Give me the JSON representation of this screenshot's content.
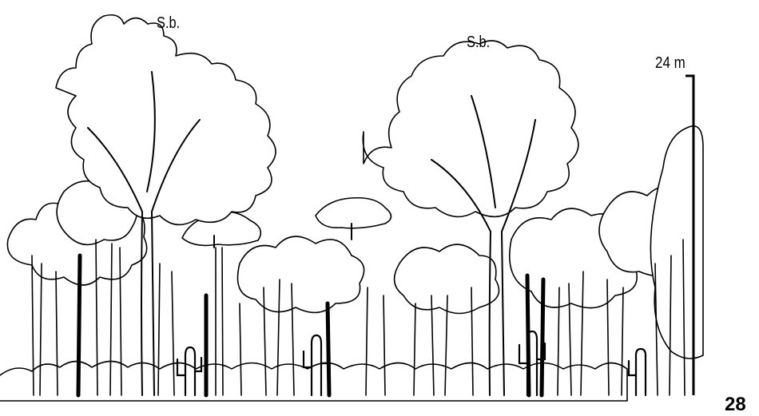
{
  "labels": {
    "tree_left": "S.b.",
    "tree_right": "S.b.",
    "scale": "24 m",
    "figure_number": "28"
  },
  "icons": {
    "scene": "forest-profile-drawing-icon",
    "scale_bar": "height-scale-bar-icon"
  },
  "colors": {
    "ink": "#000000",
    "paper": "#ffffff"
  }
}
